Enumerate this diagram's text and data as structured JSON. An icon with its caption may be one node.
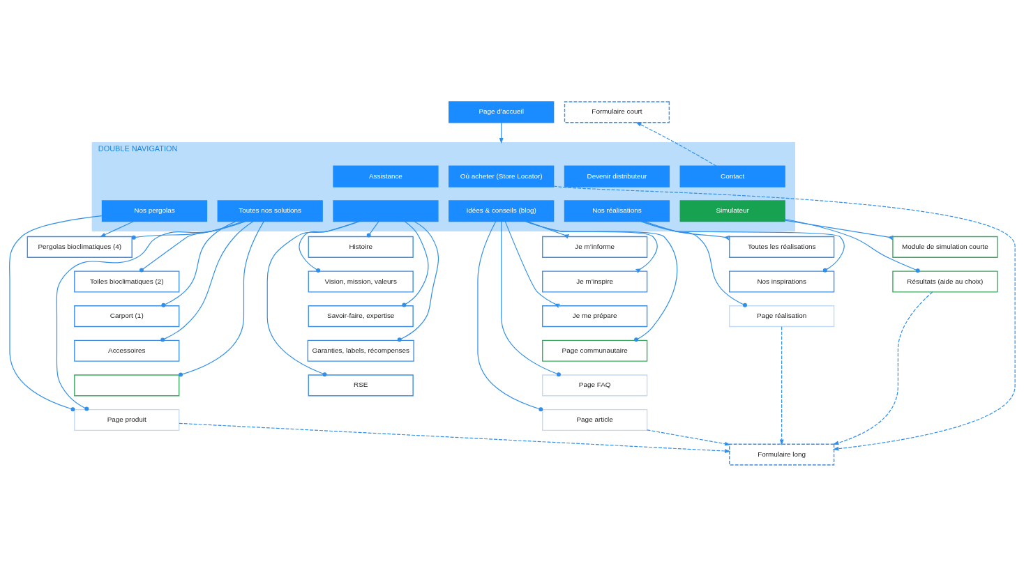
{
  "diagram": {
    "nodes": [
      {
        "text": [
          "Page d’accueil"
        ]
      },
      {
        "text": [
          "Formulaire court"
        ]
      },
      {
        "text": [
          "DOUBLE NAVIGATION"
        ]
      },
      {
        "text": [
          "Assistance"
        ],
        "in": 2
      },
      {
        "text": [
          "Où acheter (Store Locator)"
        ],
        "in": 2
      },
      {
        "text": [
          "Devenir distributeur"
        ],
        "in": 2
      },
      {
        "text": [
          "Contact"
        ],
        "in": 2
      },
      {
        "text": [
          "Nos pergolas"
        ],
        "in": 2
      },
      {
        "text": [
          "Toutes nos solutions"
        ],
        "in": 2
      },
      {
        "text": [],
        "shape": "box",
        "in": 2
      },
      {
        "text": [
          "Idées & conseils (blog)"
        ],
        "in": 2
      },
      {
        "text": [
          "Nos réalisations"
        ],
        "in": 2
      },
      {
        "text": [
          "Simulateur"
        ],
        "in": 2
      },
      {
        "text": [
          "Pergolas bioclimatiques (4)"
        ]
      },
      {
        "text": [
          "Histoire"
        ]
      },
      {
        "text": [
          "Je m’informe"
        ]
      },
      {
        "text": [
          "Toutes les réalisations"
        ]
      },
      {
        "text": [
          "Module de simulation courte"
        ]
      },
      {
        "text": [
          "Toiles bioclimatiques (2)"
        ]
      },
      {
        "text": [
          "Vision, mission, valeurs"
        ]
      },
      {
        "text": [
          "Je m’inspire"
        ]
      },
      {
        "text": [
          "Nos inspirations"
        ]
      },
      {
        "text": [
          "Résultats (aide au choix)"
        ]
      },
      {
        "text": [
          "Carport (1)"
        ]
      },
      {
        "text": [
          "Savoir-faire, expertise"
        ]
      },
      {
        "text": [
          "Je me prépare"
        ]
      },
      {
        "text": [
          "Page réalisation"
        ]
      },
      {
        "text": [
          "Accessoires"
        ]
      },
      {
        "text": [
          "Garanties, labels, récompenses"
        ]
      },
      {
        "text": [
          "Page communautaire"
        ]
      },
      {
        "text": [],
        "shape": "box"
      },
      {
        "text": [
          "RSE"
        ]
      },
      {
        "text": [
          "Page FAQ"
        ]
      },
      {
        "text": [
          "Page produit"
        ]
      },
      {
        "text": [
          "Page article"
        ]
      },
      {
        "text": [
          "Formulaire long"
        ]
      }
    ],
    "edges": [
      {
        "from": 0,
        "to": 2,
        "arrow": "to"
      },
      {
        "from": 6,
        "to": 1,
        "arrow": "to",
        "style": "dashed"
      },
      {
        "from": 7,
        "to": 13,
        "arrow": "to"
      },
      {
        "from": 7,
        "to": 33,
        "arrow": "other"
      },
      {
        "from": 8,
        "to": 13,
        "arrow": "other"
      },
      {
        "from": 8,
        "to": 18,
        "arrow": "other"
      },
      {
        "from": 8,
        "to": 23,
        "arrow": "other"
      },
      {
        "from": 8,
        "to": 27,
        "arrow": "other"
      },
      {
        "from": 8,
        "to": 30,
        "arrow": "other"
      },
      {
        "from": 8,
        "to": 33,
        "arrow": "other"
      },
      {
        "from": 9,
        "to": 14,
        "arrow": "other"
      },
      {
        "from": 9,
        "to": 19,
        "arrow": "other"
      },
      {
        "from": 9,
        "to": 24,
        "arrow": "other"
      },
      {
        "from": 9,
        "to": 28,
        "arrow": "other"
      },
      {
        "from": 9,
        "to": 31,
        "arrow": "other"
      },
      {
        "from": 10,
        "to": 15,
        "arrow": "other"
      },
      {
        "from": 10,
        "to": 20,
        "arrow": "other"
      },
      {
        "from": 10,
        "to": 25,
        "arrow": "other"
      },
      {
        "from": 10,
        "to": 29,
        "arrow": "other"
      },
      {
        "from": 10,
        "to": 32,
        "arrow": "other"
      },
      {
        "from": 10,
        "to": 34,
        "arrow": "other"
      },
      {
        "from": 11,
        "to": 16,
        "arrow": "other"
      },
      {
        "from": 11,
        "to": 21,
        "arrow": "other"
      },
      {
        "from": 11,
        "to": 26,
        "arrow": "other"
      },
      {
        "from": 12,
        "to": 17,
        "arrow": "other"
      },
      {
        "from": 12,
        "to": 22,
        "arrow": "other"
      },
      {
        "from": 4,
        "to": 35,
        "arrow": "to",
        "style": "dashed"
      },
      {
        "from": 33,
        "to": 35,
        "arrow": "to",
        "style": "dashed"
      },
      {
        "from": 34,
        "to": 35,
        "arrow": "to",
        "style": "dashed"
      },
      {
        "from": 26,
        "to": 35,
        "arrow": "to",
        "style": "dashed"
      },
      {
        "from": 22,
        "to": 35,
        "arrow": "to",
        "style": "dashed"
      }
    ]
  }
}
